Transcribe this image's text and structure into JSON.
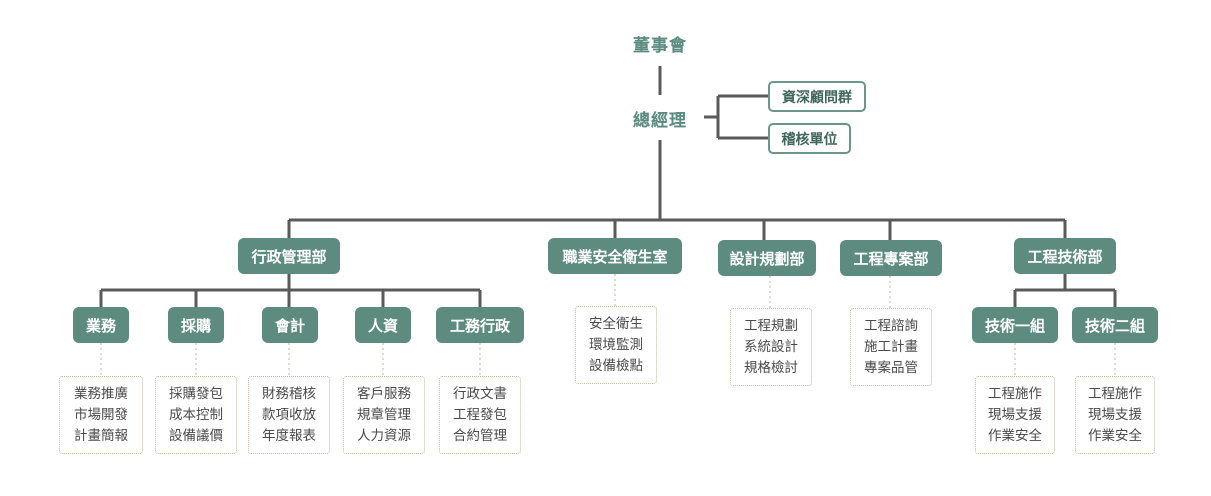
{
  "board": "董事會",
  "gm": "總經理",
  "advisory": [
    "資深顧問群",
    "稽核單位"
  ],
  "departments": {
    "admin": "行政管理部",
    "safety": "職業安全衛生室",
    "design": "設計規劃部",
    "project": "工程專案部",
    "tech": "工程技術部"
  },
  "admin_units": [
    "業務",
    "採購",
    "會計",
    "人資",
    "工務行政"
  ],
  "tech_units": [
    "技術一組",
    "技術二組"
  ],
  "tasks": {
    "business": [
      "業務推廣",
      "市場開發",
      "計畫簡報"
    ],
    "purchasing": [
      "採購發包",
      "成本控制",
      "設備議價"
    ],
    "accounting": [
      "財務稽核",
      "款項收放",
      "年度報表"
    ],
    "hr": [
      "客戶服務",
      "規章管理",
      "人力資源"
    ],
    "works_admin": [
      "行政文書",
      "工程發包",
      "合約管理"
    ],
    "safety": [
      "安全衛生",
      "環境監測",
      "設備檢點"
    ],
    "design": [
      "工程規劃",
      "系統設計",
      "規格檢討"
    ],
    "project": [
      "工程諮詢",
      "施工計畫",
      "專案品管"
    ],
    "tech1": [
      "工程施作",
      "現場支援",
      "作業安全"
    ],
    "tech2": [
      "工程施作",
      "現場支援",
      "作業安全"
    ]
  },
  "colors": {
    "accent": "#5e8b80",
    "line": "#5a5a5a",
    "dotted": "#c2b99a"
  }
}
